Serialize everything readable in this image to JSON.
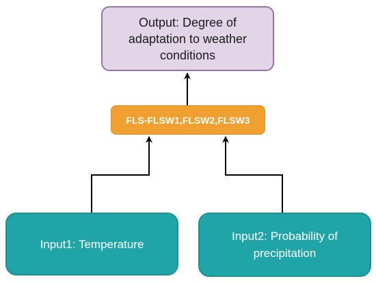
{
  "diagram": {
    "output": {
      "label": "Output: Degree of adaptation to weather conditions",
      "fill": "#e1d5e7",
      "stroke": "#9673a6"
    },
    "process": {
      "label": "FLS-FLSW1,FLSW2,FLSW3",
      "fill": "#f0a030"
    },
    "inputs": [
      {
        "label": "Input1: Temperature",
        "fill": "#1fa5a8"
      },
      {
        "label": "Input2: Probability of precipitation",
        "fill": "#1fa5a8"
      }
    ],
    "connector_color": "#000000"
  }
}
